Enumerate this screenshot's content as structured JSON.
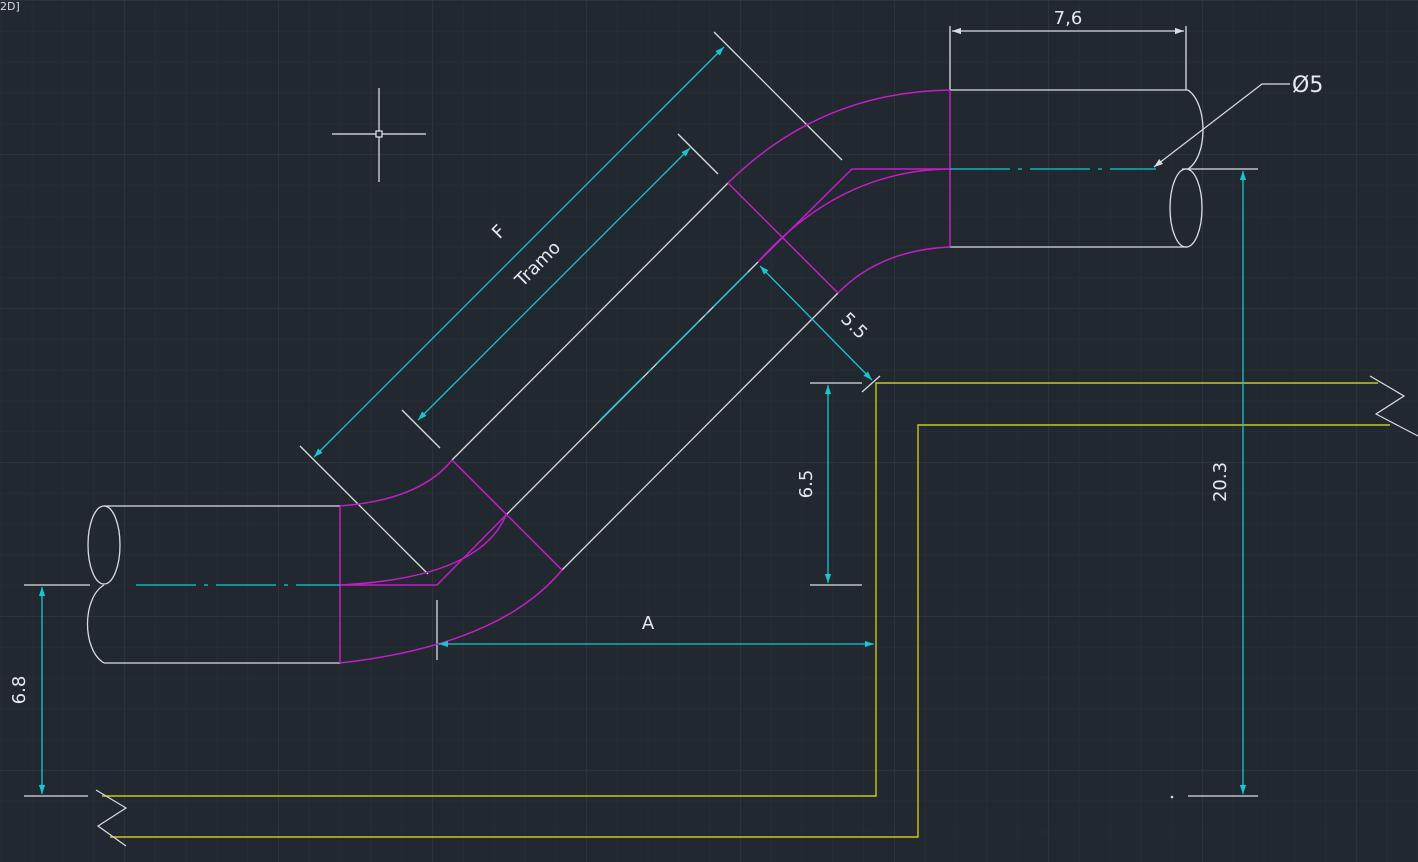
{
  "viewport": {
    "label": "2D]"
  },
  "colors": {
    "background": "#212830",
    "pipe_outline": "#d9dde2",
    "bend": "#c21fc4",
    "dimension": "#19c5d3",
    "wall": "#c8c820",
    "text": "#e6e8ea"
  },
  "dimensions": {
    "top_length": "7,6",
    "diameter": "Ø5",
    "diagonal_outer": "F",
    "diagonal_inner": "Tramo",
    "offset_diag": "5.5",
    "vertical_mid": "6.5",
    "vertical_left": "6.8",
    "vertical_right": "20.3",
    "horizontal_bottom": "A"
  }
}
